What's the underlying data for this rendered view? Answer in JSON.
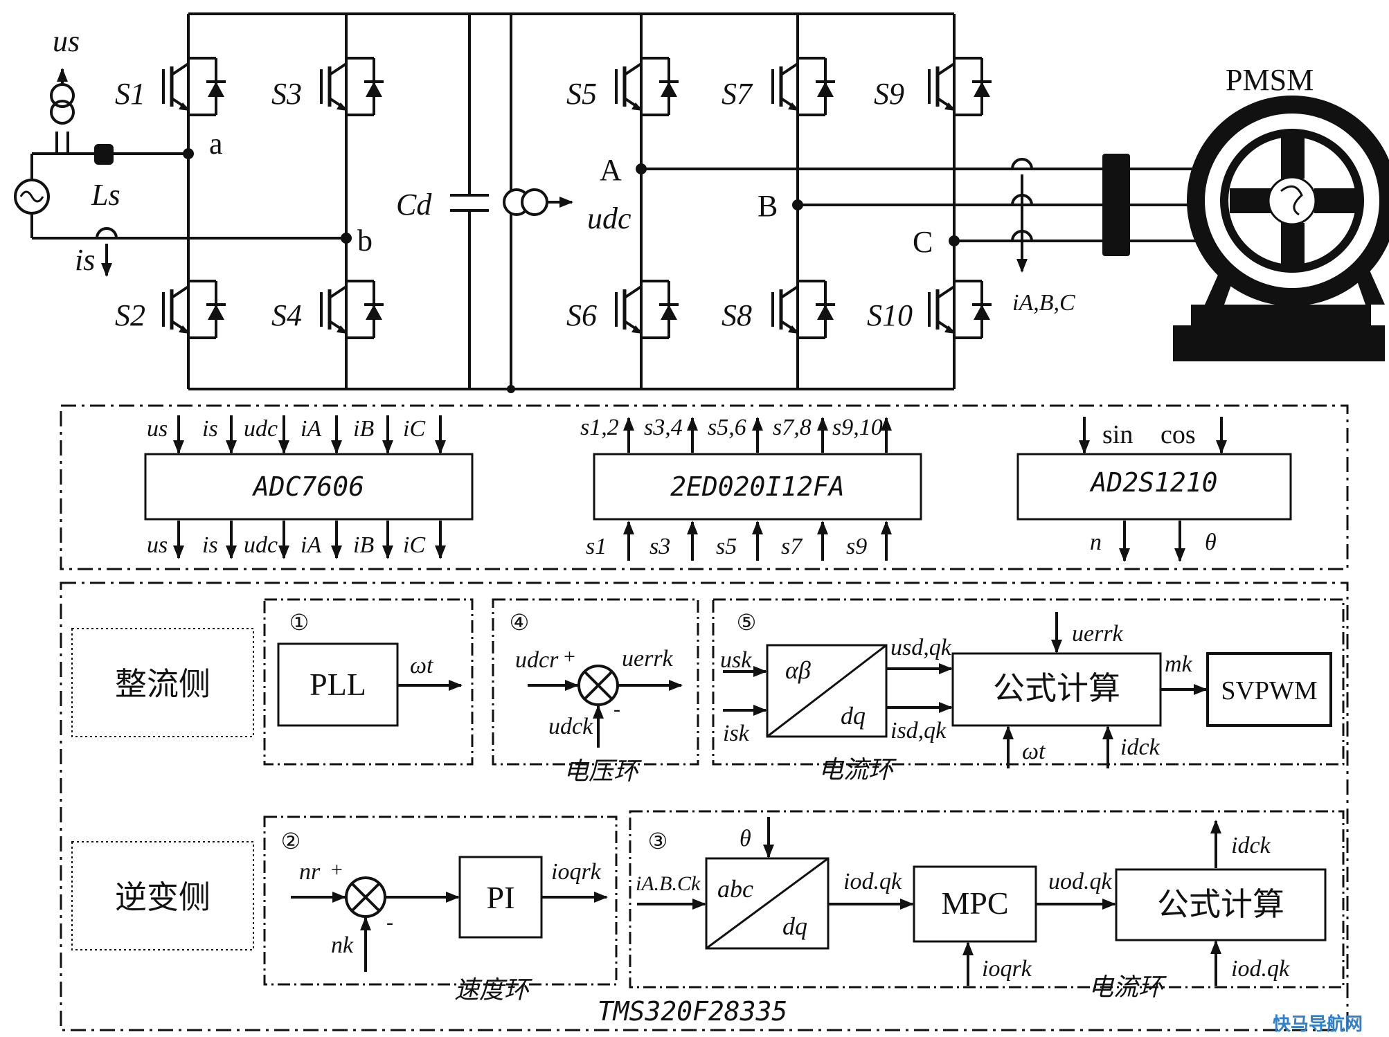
{
  "circuit": {
    "source": {
      "voltage": "us",
      "current": "is",
      "inductor": "Ls"
    },
    "rectifier_switches": [
      "S1",
      "S2",
      "S3",
      "S4"
    ],
    "rectifier_nodes": [
      "a",
      "b"
    ],
    "dc_link": {
      "capacitor": "Cd",
      "voltage": "udc"
    },
    "inverter_switches": [
      "S5",
      "S6",
      "S7",
      "S8",
      "S9",
      "S10"
    ],
    "inverter_nodes": [
      "A",
      "B",
      "C"
    ],
    "phase_currents": "iA,B,C",
    "motor": "PMSM"
  },
  "chips": {
    "adc": {
      "name": "ADC7606",
      "inputs": [
        "us",
        "is",
        "udc",
        "iA",
        "iB",
        "iC"
      ],
      "outputs": [
        "us",
        "is",
        "udc",
        "iA",
        "iB",
        "iC"
      ]
    },
    "driver": {
      "name": "2ED020I12FA",
      "outputs": [
        "s1,2",
        "s3,4",
        "s5,6",
        "s7,8",
        "s9,10"
      ],
      "inputs": [
        "s1",
        "s3",
        "s5",
        "s7",
        "s9"
      ]
    },
    "resolver": {
      "name": "AD2S1210",
      "inputs": [
        "sin",
        "cos"
      ],
      "outputs": [
        "n",
        "θ"
      ]
    }
  },
  "control": {
    "dsp": "TMS320F28335",
    "rectifier_side": "整流侧",
    "inverter_side": "逆变侧",
    "blocks": {
      "pll": {
        "num": "①",
        "label": "PLL",
        "out": "ωt"
      },
      "voltage_loop": {
        "num": "④",
        "ref": "udcr",
        "plus": "+",
        "fb": "udck",
        "minus": "-",
        "out": "uerrk",
        "title": "电压环"
      },
      "current_loop_rect": {
        "num": "⑤",
        "in1": "usk",
        "in2": "isk",
        "xf_top": "αβ",
        "xf_bot": "dq",
        "out1": "usd,qk",
        "out2": "isd,qk",
        "calc": "公式计算",
        "uerr": "uerrk",
        "wt": "ωt",
        "idc": "idck",
        "m": "mk",
        "pwm": "SVPWM",
        "title": "电流环"
      },
      "speed_loop": {
        "num": "②",
        "ref": "nr",
        "plus": "+",
        "fb": "nk",
        "minus": "-",
        "pi": "PI",
        "out": "ioqrk",
        "title": "速度环"
      },
      "current_loop_inv": {
        "num": "③",
        "in": "iA.B.Ck",
        "theta": "θ",
        "xf_top": "abc",
        "xf_bot": "dq",
        "iod": "iod.qk",
        "mpc": "MPC",
        "ioqr": "ioqrk",
        "uod": "uod.qk",
        "calc": "公式计算",
        "idc": "idck",
        "iod2": "iod.qk",
        "title": "电流环"
      }
    }
  },
  "watermark": "快马导航网"
}
